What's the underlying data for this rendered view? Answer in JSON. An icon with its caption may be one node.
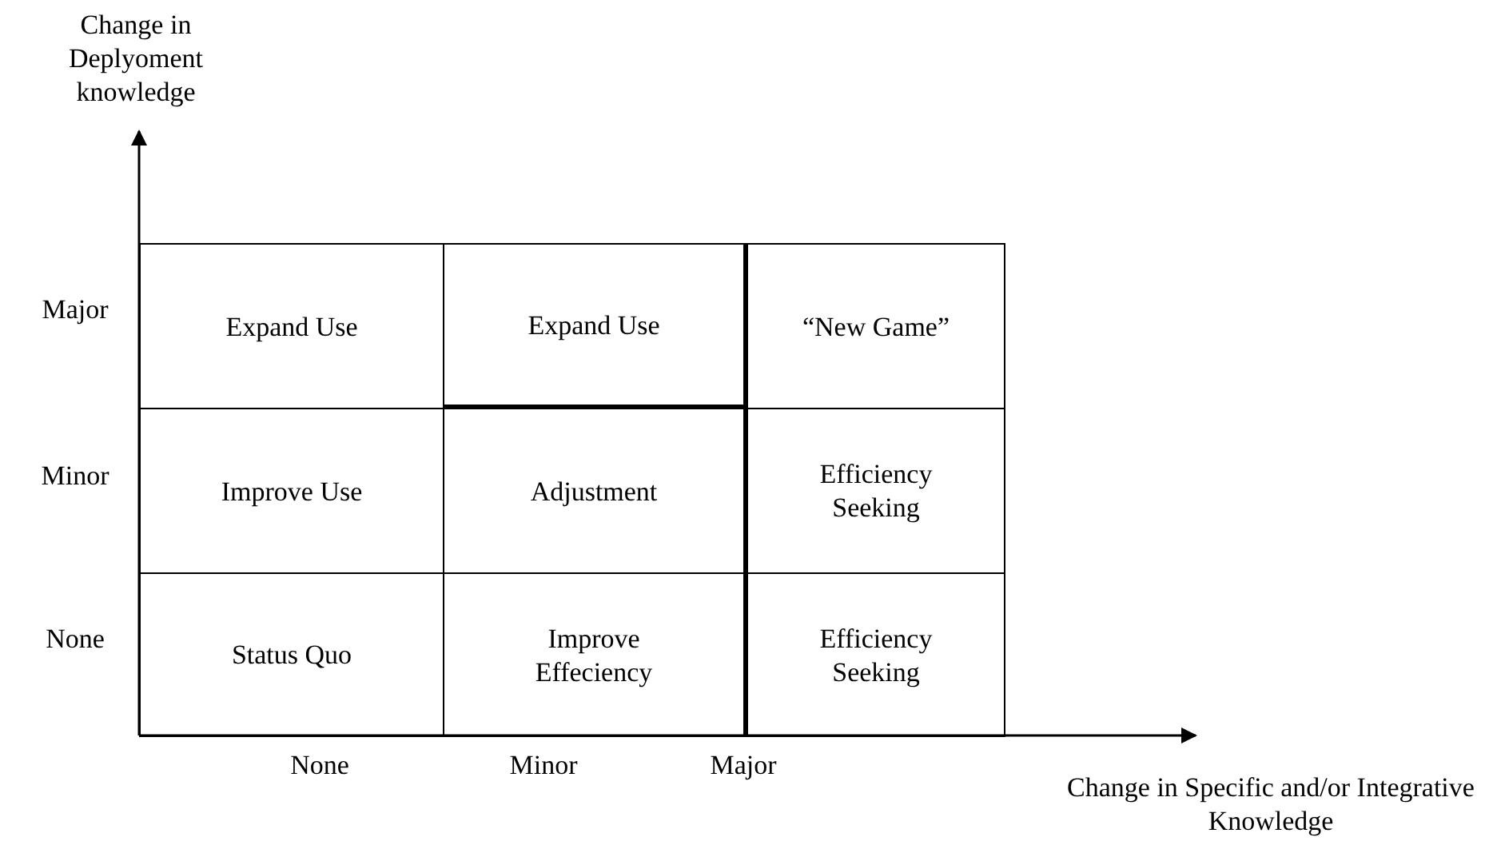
{
  "diagram": {
    "nodes": [
      {
        "text": [
          "Expand Use"
        ]
      },
      {
        "text": [
          "Expand Use"
        ]
      },
      {
        "text": [
          "“New Game”"
        ]
      },
      {
        "text": [
          "Improve Use"
        ]
      },
      {
        "text": [
          "Adjustment"
        ]
      },
      {
        "text": [
          "Efficiency Seeking"
        ]
      },
      {
        "text": [
          "Status Quo"
        ]
      },
      {
        "text": [
          "Improve Effeciency"
        ]
      },
      {
        "text": [
          "Efficiency Seeking"
        ]
      }
    ],
    "labels": [
      "Change in Deplyoment knowledge",
      "Major",
      "Minor",
      "None",
      "None",
      "Minor",
      "Major",
      "Change in Specific and/or Integrative Knowledge"
    ]
  }
}
